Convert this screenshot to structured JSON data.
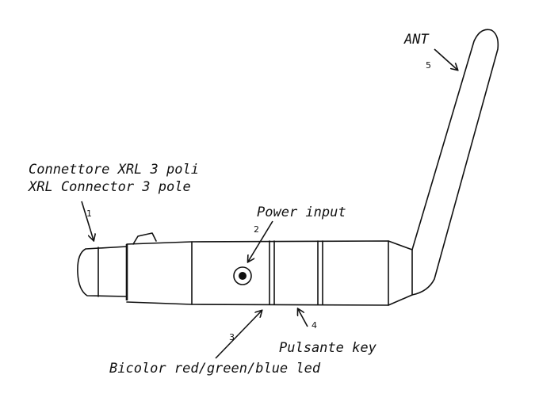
{
  "labels": {
    "connector_it": "Connettore XRL 3 poli",
    "connector_en": "XRL Connector 3 pole",
    "power": "Power input",
    "key": "Pulsante key",
    "led": "Bicolor red/green/blue led",
    "ant": "ANT"
  },
  "numbers": {
    "n1": "1",
    "n2": "2",
    "n3": "3",
    "n4": "4",
    "n5": "5"
  }
}
